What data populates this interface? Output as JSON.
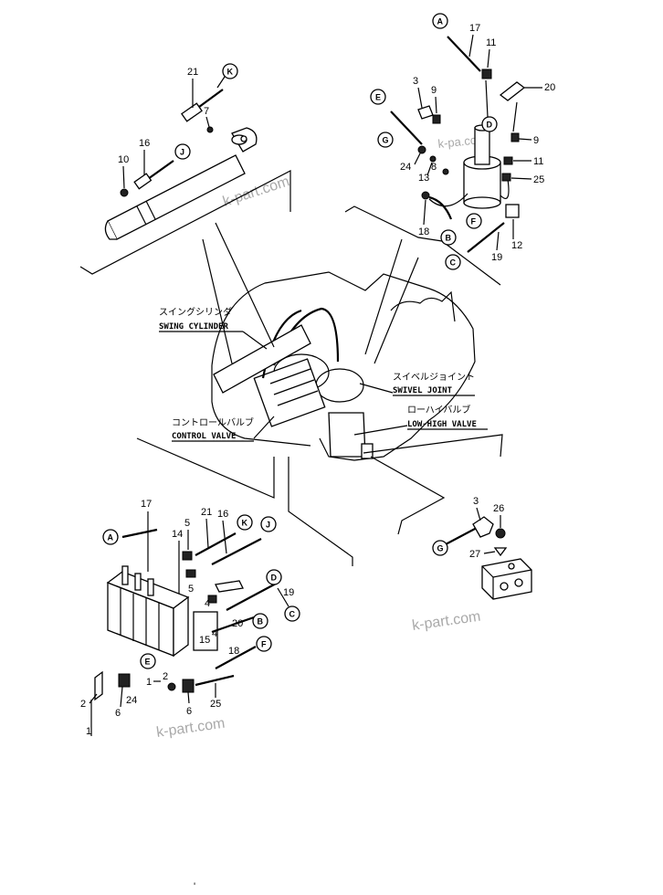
{
  "labels": {
    "swing_cylinder_jp": "スイングシリンダ",
    "swing_cylinder_en": "SWING CYLINDER",
    "swivel_joint_jp": "スイベルジョイント",
    "swivel_joint_en": "SWIVEL JOINT",
    "control_valve_jp": "コントロールバルブ",
    "control_valve_en": "CONTROL VALVE",
    "low_high_valve_jp": "ローハイバルブ",
    "low_high_valve_en": "LOW-HIGH VALVE"
  },
  "watermark": "k-part.com",
  "watermark_alt": "k-pa.com",
  "part_numbers": {
    "n1": "1",
    "n2": "2",
    "n3": "3",
    "n4": "4",
    "n5": "5",
    "n6": "6",
    "n7": "7",
    "n8": "8",
    "n9": "9",
    "n10": "10",
    "n11": "11",
    "n12": "12",
    "n13": "13",
    "n14": "14",
    "n15": "15",
    "n16": "16",
    "n17": "17",
    "n18": "18",
    "n19": "19",
    "n20": "20",
    "n21": "21",
    "n24": "24",
    "n25": "25",
    "n26": "26",
    "n27": "27"
  },
  "connectors": {
    "A": "A",
    "B": "B",
    "C": "C",
    "D": "D",
    "E": "E",
    "F": "F",
    "G": "G",
    "J": "J",
    "K": "K"
  }
}
